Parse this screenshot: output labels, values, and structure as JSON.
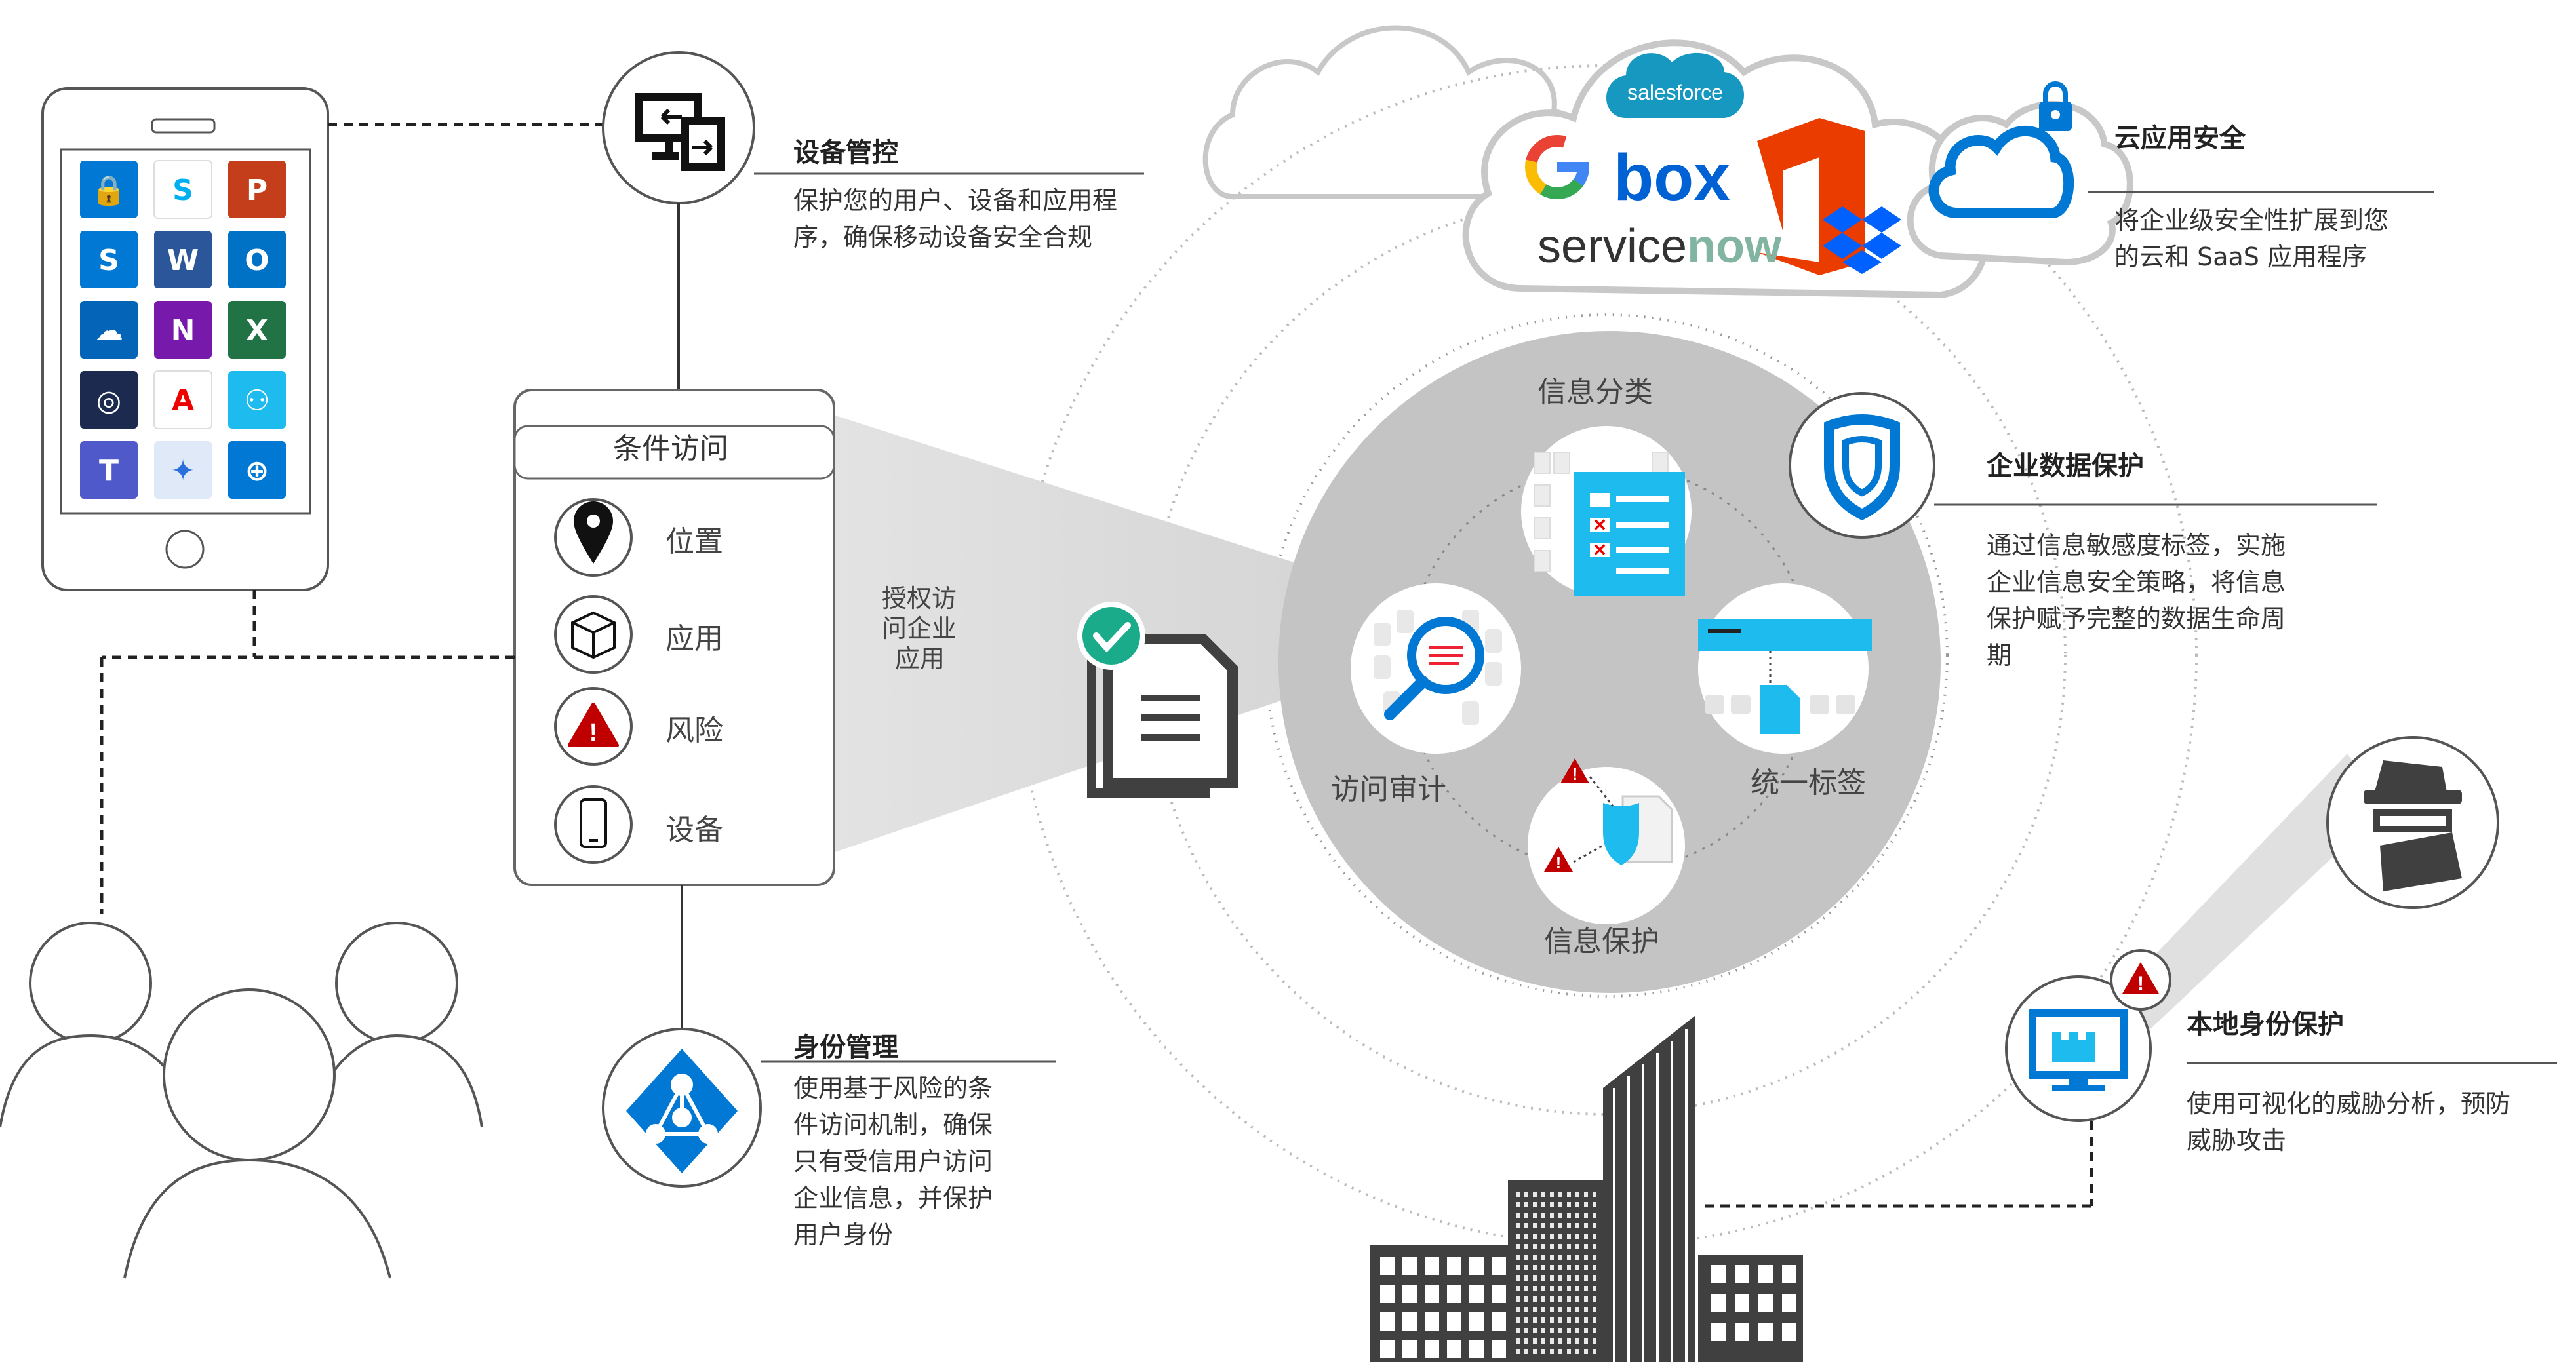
{
  "device_management": {
    "title": "设备管控",
    "desc": [
      "保护您的用户、设备和应用程",
      "序，确保移动设备安全合规"
    ]
  },
  "conditional_access": {
    "title": "条件访问",
    "items": [
      "位置",
      "应用",
      "风险",
      "设备"
    ]
  },
  "authorized_access": [
    "授权访",
    "问企业",
    "应用"
  ],
  "identity_management": {
    "title": "身份管理",
    "desc": [
      "使用基于风险的条",
      "件访问机制，确保",
      "只有受信用户访问",
      "企业信息，并保护",
      "用户身份"
    ]
  },
  "cloud_app_security": {
    "title": "云应用安全",
    "desc": [
      "将企业级安全性扩展到您",
      "的云和 SaaS 应用程序"
    ]
  },
  "enterprise_data_protection": {
    "title": "企业数据保护",
    "desc": [
      "通过信息敏感度标签，实施",
      "企业信息安全策略，将信息",
      "保护赋予完整的数据生命周",
      "期"
    ]
  },
  "onprem_identity_protection": {
    "title": "本地身份保护",
    "desc": [
      "使用可视化的威胁分析，预防",
      "威胁攻击"
    ]
  },
  "info_circle": {
    "top": "信息分类",
    "left": "访问审计",
    "right": "统一标签",
    "bottom": "信息保护"
  },
  "cloud_brands": {
    "salesforce": "salesforce",
    "google": "G",
    "box": "box",
    "office": "Office",
    "servicenow_a": "service",
    "servicenow_b": "now",
    "dropbox": "Dropbox"
  },
  "phone_apps": [
    "Authenticator",
    "Skype",
    "PowerPoint",
    "SharePoint",
    "Word",
    "Outlook",
    "OneDrive",
    "OneNote",
    "Excel",
    "Company Portal",
    "Adobe Acrobat",
    "Yammer",
    "Teams",
    "SAP Fiori",
    "Managed Browser"
  ],
  "colors": {
    "accent_blue": "#0078d4",
    "light_blue": "#1ebbee",
    "risk_red": "#c00000",
    "check_green": "#1aab8a",
    "circle_gray": "#c4c4c4",
    "dark_gray": "#404040"
  }
}
